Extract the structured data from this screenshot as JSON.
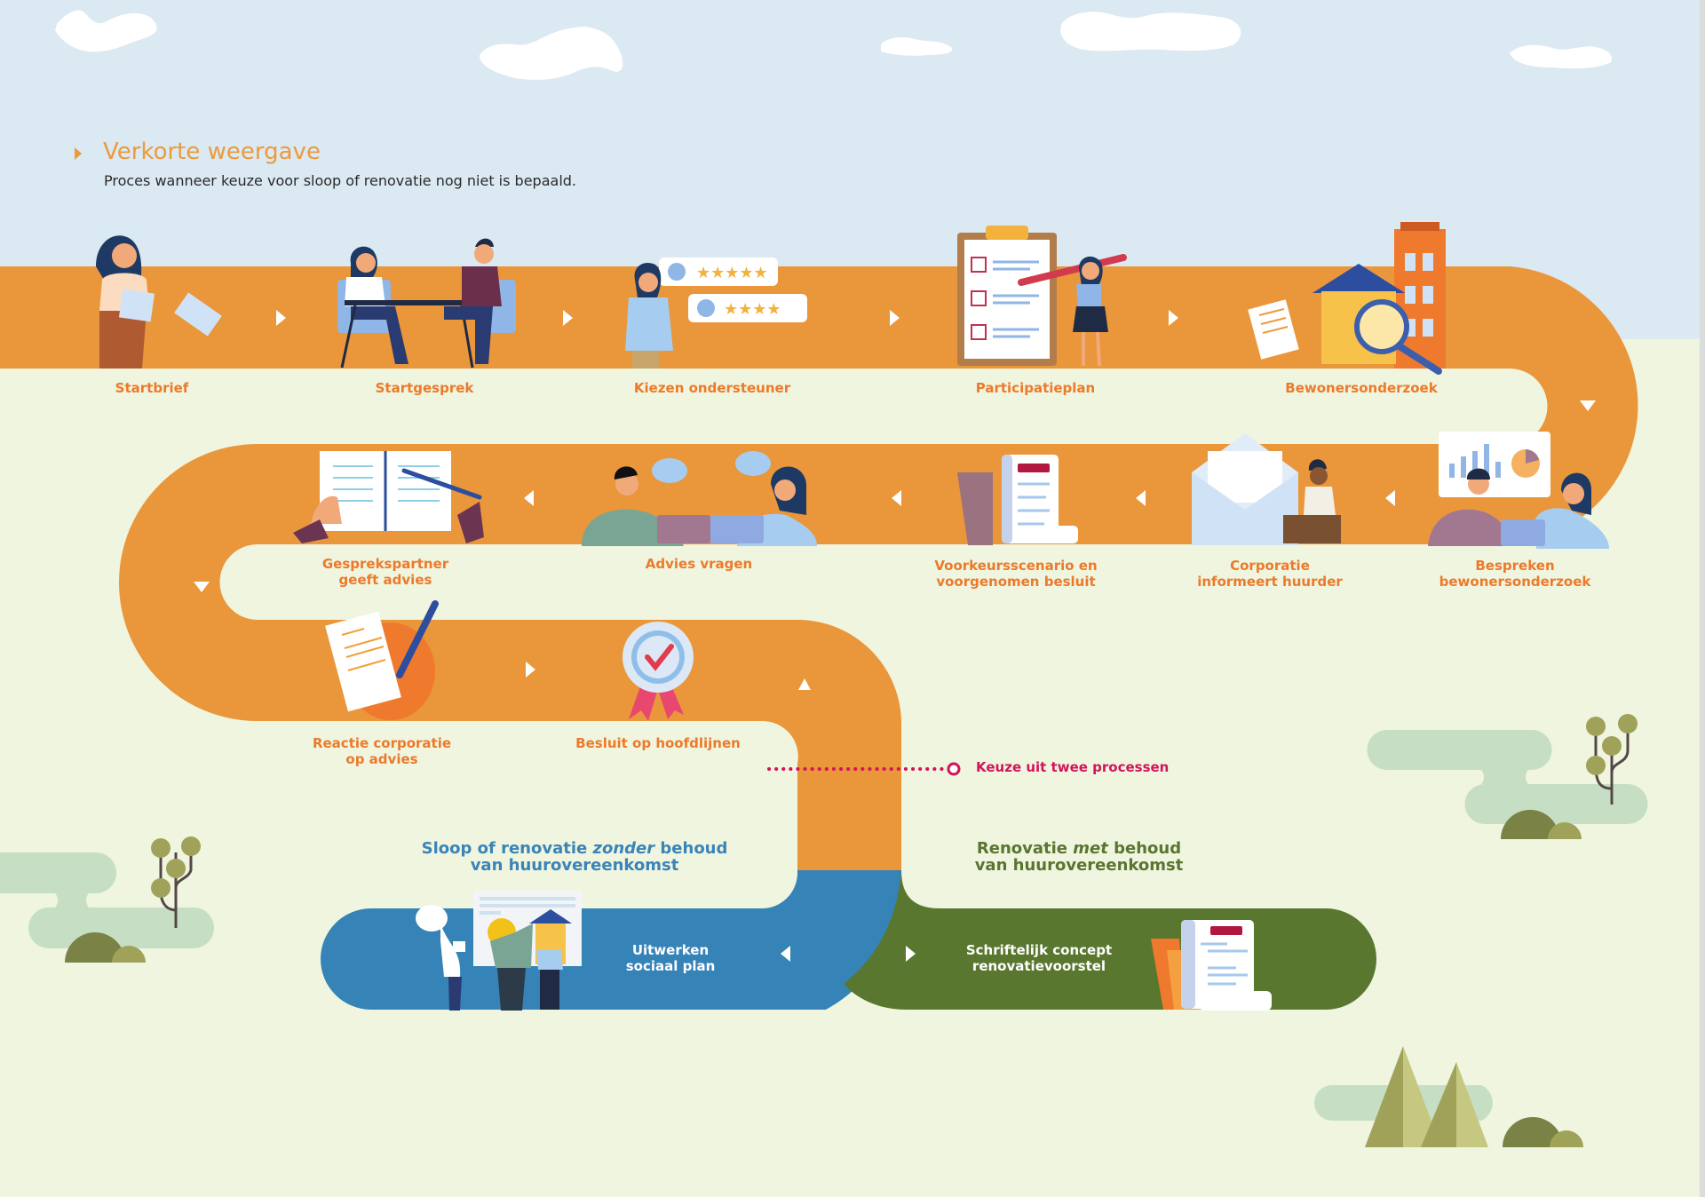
{
  "header": {
    "title": "Verkorte weergave",
    "subtitle": "Proces wanneer keuze voor sloop of renovatie nog niet is bepaald."
  },
  "colors": {
    "road": "#ea963a",
    "blue_lane": "#3583b7",
    "green_lane": "#5a7730",
    "sky": "#dbe9f2",
    "ground": "#eff5df",
    "label": "#ec7a2a",
    "accent_pink": "#d2145a"
  },
  "steps": [
    {
      "id": 1,
      "label": "Startbrief",
      "icon": "woman-with-letter-icon"
    },
    {
      "id": 2,
      "label": "Startgesprek",
      "icon": "meeting-at-table-icon"
    },
    {
      "id": 3,
      "label": "Kiezen ondersteuner",
      "icon": "rating-stars-icon"
    },
    {
      "id": 4,
      "label": "Participatieplan",
      "icon": "checklist-clipboard-icon"
    },
    {
      "id": 5,
      "label": "Bewonersonderzoek",
      "icon": "house-magnifier-icon"
    },
    {
      "id": 6,
      "label": "Bespreken\nbewonersonderzoek",
      "icon": "presentation-chart-icon"
    },
    {
      "id": 7,
      "label": "Corporatie\ninformeert huurder",
      "icon": "envelope-letter-icon"
    },
    {
      "id": 8,
      "label": "Voorkeursscenario en\nvoorgenomen besluit",
      "icon": "document-folder-icon"
    },
    {
      "id": 9,
      "label": "Advies vragen",
      "icon": "conversation-laptops-icon"
    },
    {
      "id": 10,
      "label": "Gesprekspartner\ngeeft advies",
      "icon": "reviewing-document-icon"
    },
    {
      "id": 11,
      "label": "Reactie corporatie\nop advies",
      "icon": "signed-letter-icon"
    },
    {
      "id": 12,
      "label": "Besluit op hoofdlijnen",
      "icon": "award-ribbon-icon"
    }
  ],
  "decision": {
    "label": "Keuze uit twee processen"
  },
  "branches": {
    "left": {
      "title_pre": "Sloop of renovatie ",
      "title_em": "zonder",
      "title_post": " behoud",
      "title_line2": "van huurovereenkomst",
      "step_label": "Uitwerken\nsociaal plan",
      "icon": "team-presentation-icon"
    },
    "right": {
      "title_pre": "Renovatie ",
      "title_em": "met",
      "title_post": " behoud",
      "title_line2": "van huurovereenkomst",
      "step_label": "Schriftelijk concept\nrenovatievoorstel",
      "icon": "document-scroll-icon"
    }
  }
}
